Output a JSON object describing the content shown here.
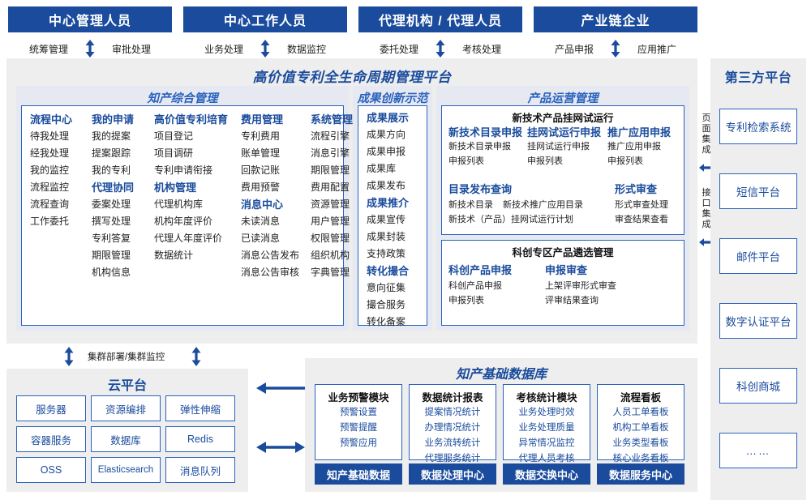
{
  "roles": [
    {
      "title": "中心管理人员",
      "left_action": "统筹管理",
      "right_action": "审批处理"
    },
    {
      "title": "中心工作人员",
      "left_action": "业务处理",
      "right_action": "数据监控"
    },
    {
      "title": "代理机构 / 代理人员",
      "left_action": "委托处理",
      "right_action": "考核处理"
    },
    {
      "title": "产业链企业",
      "left_action": "产品申报",
      "right_action": "应用推广"
    }
  ],
  "platform": {
    "title": "高价值专利全生命周期管理平台",
    "groups": [
      {
        "name": "知产综合管理",
        "columns": [
          {
            "blocks": [
              {
                "head": "流程中心",
                "items": [
                  "待我处理",
                  "经我处理",
                  "我的监控",
                  "流程监控",
                  "流程查询",
                  "工作委托"
                ]
              }
            ]
          },
          {
            "blocks": [
              {
                "head": "我的申请",
                "items": [
                  "我的提案",
                  "提案跟踪",
                  "我的专利"
                ]
              },
              {
                "head": "代理协同",
                "items": [
                  "委案处理",
                  "撰写处理",
                  "专利答复",
                  "期限管理",
                  "机构信息"
                ]
              }
            ]
          },
          {
            "blocks": [
              {
                "head": "高价值专利培育",
                "items": [
                  "项目登记",
                  "项目调研",
                  "专利申请衔接"
                ]
              },
              {
                "head": "机构管理",
                "items": [
                  "代理机构库",
                  "机构年度评价",
                  "代理人年度评价",
                  "数据统计"
                ]
              }
            ]
          },
          {
            "blocks": [
              {
                "head": "费用管理",
                "items": [
                  "专利费用",
                  "账单管理",
                  "回款记账",
                  "费用预警"
                ]
              },
              {
                "head": "消息中心",
                "items": [
                  "未读消息",
                  "已读消息",
                  "消息公告发布",
                  "消息公告审核"
                ]
              }
            ]
          },
          {
            "blocks": [
              {
                "head": "系统管理",
                "items": [
                  "流程引擎",
                  "消息引擎",
                  "期限管理",
                  "费用配置",
                  "资源管理",
                  "用户管理",
                  "权限管理",
                  "组织机构",
                  "字典管理"
                ]
              }
            ]
          }
        ]
      },
      {
        "name": "成果创新示范",
        "columns": [
          {
            "blocks": [
              {
                "head": "成果展示",
                "items": [
                  "成果方向",
                  "成果申报",
                  "成果库",
                  "成果发布"
                ]
              },
              {
                "head": "成果推介",
                "items": [
                  "成果宣传",
                  "成果封装",
                  "支持政策"
                ]
              },
              {
                "head": "转化撮合",
                "items": [
                  "意向征集",
                  "撮合服务",
                  "转化备案"
                ]
              }
            ]
          }
        ]
      }
    ],
    "ops": {
      "name": "产品运营管理",
      "sub_panels": [
        {
          "title": "新技术产品挂网试运行",
          "row1": [
            {
              "head": "新技术目录申报",
              "items": [
                "新技术目录申报",
                "申报列表"
              ]
            },
            {
              "head": "挂网试运行申报",
              "items": [
                "挂网试运行申报",
                "申报列表"
              ]
            },
            {
              "head": "推广应用申报",
              "items": [
                "推广应用申报",
                "申报列表"
              ]
            }
          ],
          "row2_left": {
            "head": "目录发布查询",
            "items": [
              "新技术目录",
              "新技术推广应用目录",
              "新技术（产品）挂网试运行计划"
            ]
          },
          "row2_right": {
            "head": "形式审查",
            "items": [
              "形式审查处理",
              "审查结果查看"
            ]
          }
        },
        {
          "title": "科创专区产品遴选管理",
          "row1": [
            {
              "head": "科创产品申报",
              "items": [
                "科创产品申报",
                "申报列表"
              ]
            },
            {
              "head": "申报审查",
              "items": [
                "上架评审形式审查",
                "评审结果查询"
              ]
            }
          ]
        }
      ]
    }
  },
  "third_party": {
    "title": "第三方平台",
    "integration_labels": [
      "页面集成",
      "接口集成"
    ],
    "items": [
      "专利检索系统",
      "短信平台",
      "邮件平台",
      "数字认证平台",
      "科创商城",
      "……"
    ]
  },
  "cloud": {
    "connector_label": "集群部署/集群监控",
    "title": "云平台",
    "cells": [
      "服务器",
      "资源编排",
      "弹性伸缩",
      "容器服务",
      "数据库",
      "Redis",
      "OSS",
      "Elasticsearch",
      "消息队列"
    ]
  },
  "database": {
    "title": "知产基础数据库",
    "columns": [
      {
        "head": "业务预警模块",
        "items": [
          "预警设置",
          "预警提醒",
          "预警应用"
        ],
        "footer": "知产基础数据"
      },
      {
        "head": "数据统计报表",
        "items": [
          "提案情况统计",
          "办理情况统计",
          "业务流转统计",
          "代理服务统计"
        ],
        "footer": "数据处理中心"
      },
      {
        "head": "考核统计模块",
        "items": [
          "业务处理时效",
          "业务处理质量",
          "异常情况监控",
          "代理人员考核"
        ],
        "footer": "数据交换中心"
      },
      {
        "head": "流程看板",
        "items": [
          "人员工单看板",
          "机构工单看板",
          "业务类型看板",
          "核心业务看板"
        ],
        "footer": "数据服务中心"
      }
    ]
  },
  "colors": {
    "brand_dark": "#1a4b9c",
    "brand": "#2a62bd",
    "panel_bg": "#eeeeee",
    "group_bg": "#e6e9f2"
  }
}
